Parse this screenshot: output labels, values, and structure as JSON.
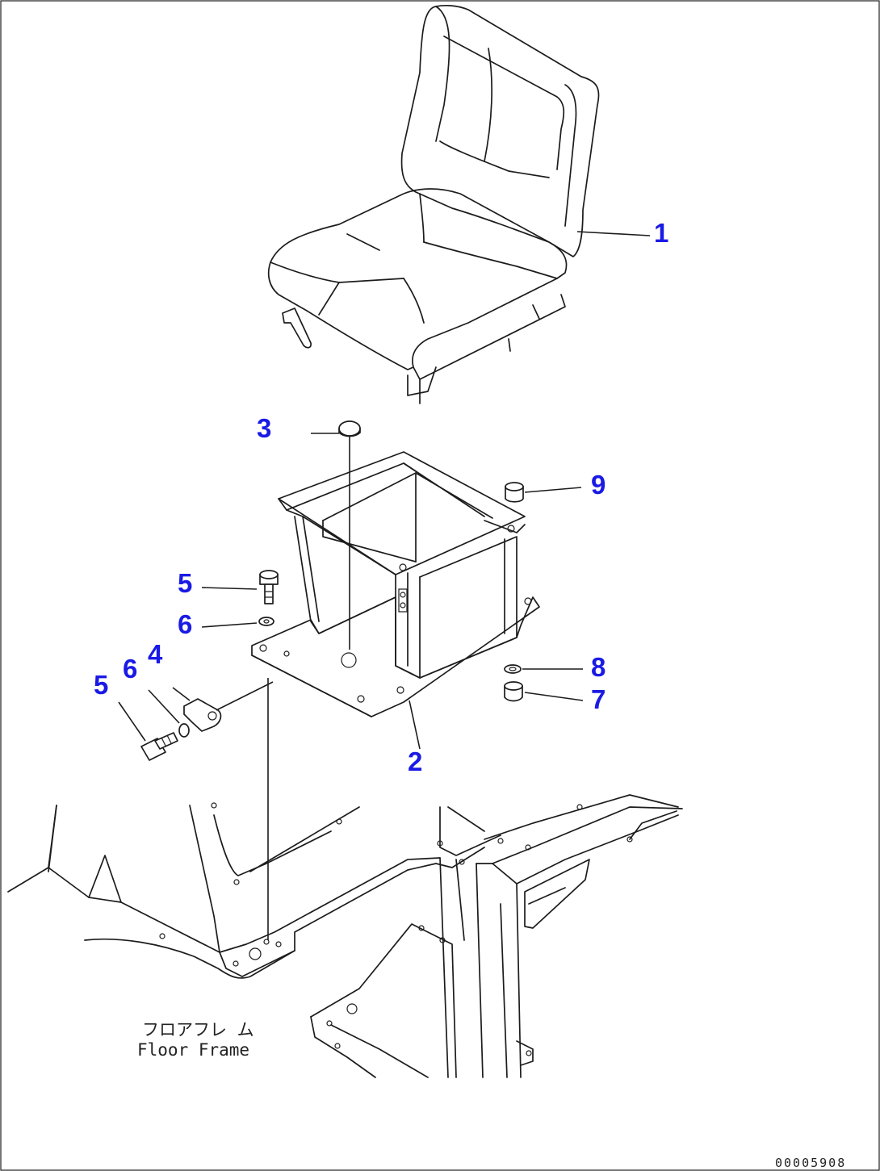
{
  "callouts": {
    "c1": "1",
    "c2": "2",
    "c3": "3",
    "c4": "4",
    "c5a": "5",
    "c5b": "5",
    "c6a": "6",
    "c6b": "6",
    "c7": "7",
    "c8": "8",
    "c9": "9"
  },
  "frame_label": {
    "japanese": "フロアフレ ム",
    "english": "Floor Frame"
  },
  "drawing_number": "00005908",
  "colors": {
    "callout": "#1a1ae6",
    "line": "#1c1c1c",
    "background": "#ffffff"
  }
}
